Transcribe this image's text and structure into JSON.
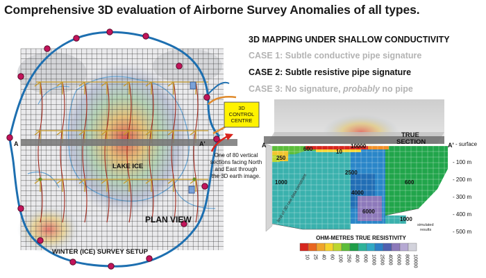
{
  "title": "Comprehensive 3D evaluation of Airborne Survey Anomalies of all types.",
  "mapping_heading": "3D MAPPING UNDER SHALLOW CONDUCTIVITY",
  "cases": {
    "case1": "CASE 1: Subtle conductive pipe signature",
    "case2": "CASE 2: Subtle resistive pipe signature",
    "case3_prefix": "CASE 3: No signature, ",
    "case3_italic": "probably",
    "case3_suffix": " no pipe"
  },
  "plan": {
    "control_centre": [
      "3D",
      "CONTROL",
      "CENTRE"
    ],
    "lake_ice": "LAKE ICE",
    "plan_view": "PLAN VIEW",
    "survey_setup": "WINTER (ICE) SURVEY SETUP",
    "marker_a": "A",
    "marker_a_prime": "A'",
    "section_note": [
      "One of 80 vertical",
      "sections facing North",
      "and East through",
      "the 3D earth image."
    ]
  },
  "section": {
    "true_section": [
      "TRUE",
      "SECTION"
    ],
    "marker_a": "A",
    "marker_a_prime": "A'",
    "depth_labels": [
      "- surface",
      "- 100 m",
      "- 200 m",
      "- 300 m",
      "- 400 m",
      "- 500 m"
    ],
    "region_labels": [
      "600",
      "10000",
      "10",
      "250",
      "2500",
      "1000",
      "4000",
      "600",
      "6000",
      "1000"
    ],
    "limit_text": "limit of 3D raw data constraint",
    "simulated": [
      "simulated",
      "results"
    ],
    "scale_title": "OHM-METRES TRUE RESISTIVITY"
  },
  "resistivity_scale": [
    {
      "value": "10",
      "color": "#d7261e"
    },
    {
      "value": "25",
      "color": "#e9661f"
    },
    {
      "value": "40",
      "color": "#f0a52b"
    },
    {
      "value": "60",
      "color": "#f6d32d"
    },
    {
      "value": "100",
      "color": "#bcd631"
    },
    {
      "value": "250",
      "color": "#5cbd3a"
    },
    {
      "value": "400",
      "color": "#1f9e48"
    },
    {
      "value": "600",
      "color": "#2fb39a"
    },
    {
      "value": "1000",
      "color": "#31a9c5"
    },
    {
      "value": "2500",
      "color": "#2d7fc6"
    },
    {
      "value": "4000",
      "color": "#4f5fb0"
    },
    {
      "value": "6000",
      "color": "#8d79ba"
    },
    {
      "value": "8000",
      "color": "#b6a9d3"
    },
    {
      "value": "10000",
      "color": "#d3d3dc"
    }
  ]
}
